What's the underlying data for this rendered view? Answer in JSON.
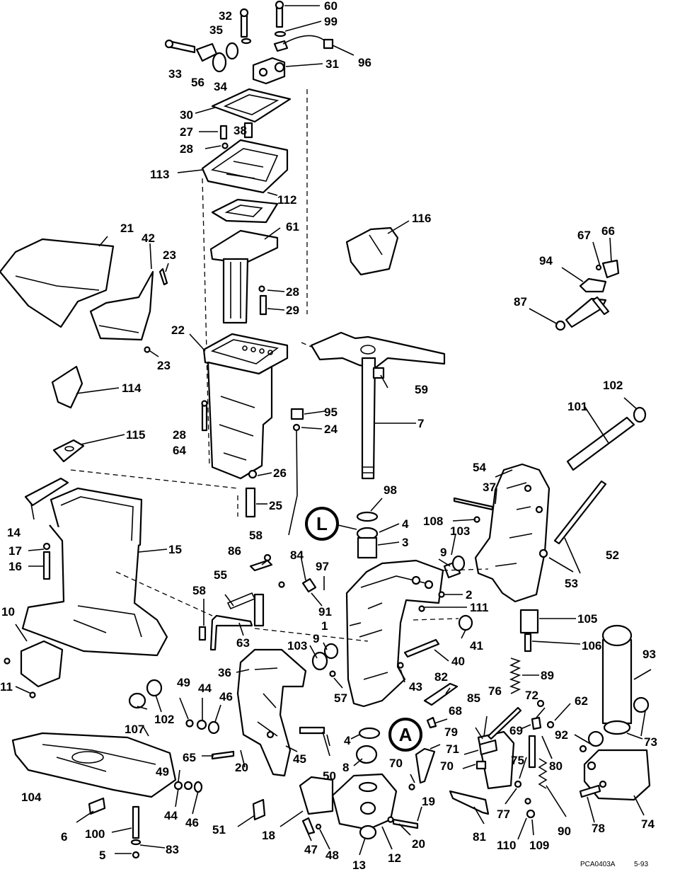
{
  "callouts": [
    "1",
    "2",
    "3",
    "4",
    "5",
    "6",
    "7",
    "8",
    "9",
    "10",
    "11",
    "12",
    "13",
    "14",
    "15",
    "16",
    "17",
    "18",
    "19",
    "20",
    "21",
    "22",
    "23",
    "24",
    "25",
    "26",
    "27",
    "28",
    "29",
    "30",
    "31",
    "32",
    "33",
    "34",
    "35",
    "36",
    "37",
    "38",
    "40",
    "41",
    "42",
    "43",
    "44",
    "45",
    "46",
    "47",
    "48",
    "49",
    "50",
    "51",
    "52",
    "53",
    "54",
    "55",
    "56",
    "57",
    "58",
    "59",
    "60",
    "61",
    "62",
    "63",
    "64",
    "65",
    "66",
    "67",
    "68",
    "69",
    "70",
    "71",
    "72",
    "73",
    "74",
    "75",
    "76",
    "77",
    "78",
    "79",
    "80",
    "81",
    "82",
    "83",
    "84",
    "85",
    "86",
    "87",
    "89",
    "90",
    "91",
    "92",
    "93",
    "94",
    "95",
    "96",
    "97",
    "98",
    "99",
    "100",
    "101",
    "102",
    "103",
    "104",
    "105",
    "106",
    "107",
    "108",
    "109",
    "110",
    "111",
    "112",
    "113",
    "114",
    "115",
    "116"
  ],
  "badges": {
    "top": "L",
    "bottom": "A"
  },
  "footer": {
    "code": "PCA0403A",
    "date": "5-93"
  }
}
